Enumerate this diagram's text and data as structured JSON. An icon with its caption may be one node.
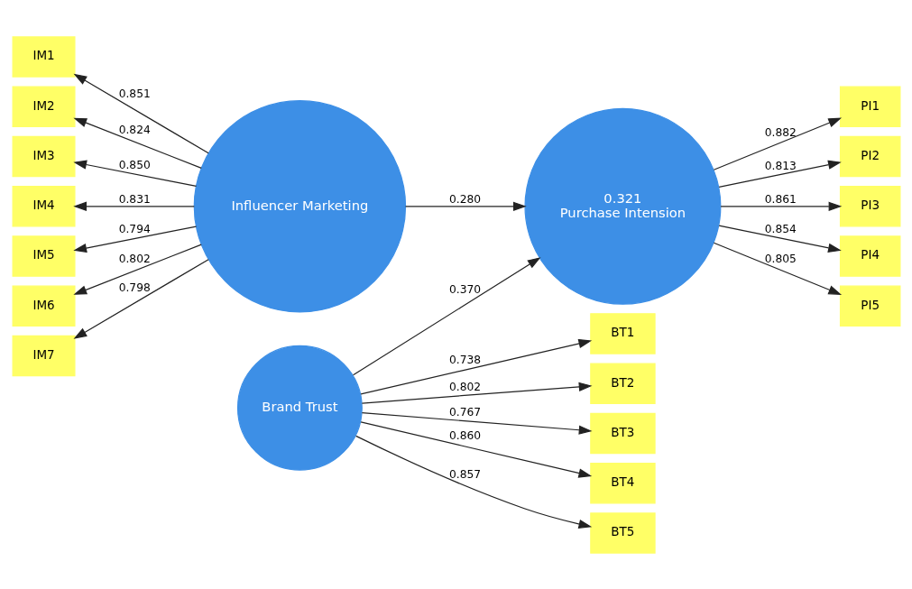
{
  "diagram": {
    "nodes": [
      {
        "text": [
          "IM1"
        ]
      },
      {
        "text": [
          "IM2"
        ]
      },
      {
        "text": [
          "IM3"
        ]
      },
      {
        "text": [
          "IM4"
        ]
      },
      {
        "text": [
          "IM5"
        ]
      },
      {
        "text": [
          "IM6"
        ]
      },
      {
        "text": [
          "IM7"
        ]
      },
      {
        "text": [
          "Influencer Marketing"
        ]
      },
      {
        "text": [
          "PI1"
        ]
      },
      {
        "text": [
          "PI2"
        ]
      },
      {
        "text": [
          "PI3"
        ]
      },
      {
        "text": [
          "PI4"
        ]
      },
      {
        "text": [
          "PI5"
        ]
      },
      {
        "text": [
          "0.321",
          "Purchase Intension"
        ]
      },
      {
        "text": [
          "Brand Trust"
        ]
      },
      {
        "text": [
          "BT1"
        ]
      },
      {
        "text": [
          "BT2"
        ]
      },
      {
        "text": [
          "BT3"
        ]
      },
      {
        "text": [
          "BT4"
        ]
      },
      {
        "text": [
          "BT5"
        ]
      }
    ],
    "edges": [
      {
        "from": 7,
        "to": 0,
        "arrow": "to",
        "label": "0.851"
      },
      {
        "from": 7,
        "to": 1,
        "arrow": "to",
        "label": "0.824"
      },
      {
        "from": 7,
        "to": 2,
        "arrow": "to",
        "label": "0.850"
      },
      {
        "from": 7,
        "to": 3,
        "arrow": "to",
        "label": "0.831"
      },
      {
        "from": 7,
        "to": 4,
        "arrow": "to",
        "label": "0.794"
      },
      {
        "from": 7,
        "to": 5,
        "arrow": "to",
        "label": "0.802"
      },
      {
        "from": 7,
        "to": 6,
        "arrow": "to",
        "label": "0.798"
      },
      {
        "from": 7,
        "to": 13,
        "arrow": "to",
        "label": "0.280"
      },
      {
        "from": 14,
        "to": 13,
        "arrow": "to",
        "label": "0.370"
      },
      {
        "from": 13,
        "to": 8,
        "arrow": "to",
        "label": "0.882"
      },
      {
        "from": 13,
        "to": 9,
        "arrow": "to",
        "label": "0.813"
      },
      {
        "from": 13,
        "to": 10,
        "arrow": "to",
        "label": "0.861"
      },
      {
        "from": 13,
        "to": 11,
        "arrow": "to",
        "label": "0.854"
      },
      {
        "from": 13,
        "to": 12,
        "arrow": "to",
        "label": "0.805"
      },
      {
        "from": 14,
        "to": 15,
        "arrow": "to",
        "label": "0.738"
      },
      {
        "from": 14,
        "to": 16,
        "arrow": "to",
        "label": "0.802"
      },
      {
        "from": 14,
        "to": 17,
        "arrow": "to",
        "label": "0.767"
      },
      {
        "from": 14,
        "to": 18,
        "arrow": "to",
        "label": "0.860"
      },
      {
        "from": 14,
        "to": 19,
        "arrow": "to",
        "label": "0.857"
      }
    ]
  }
}
